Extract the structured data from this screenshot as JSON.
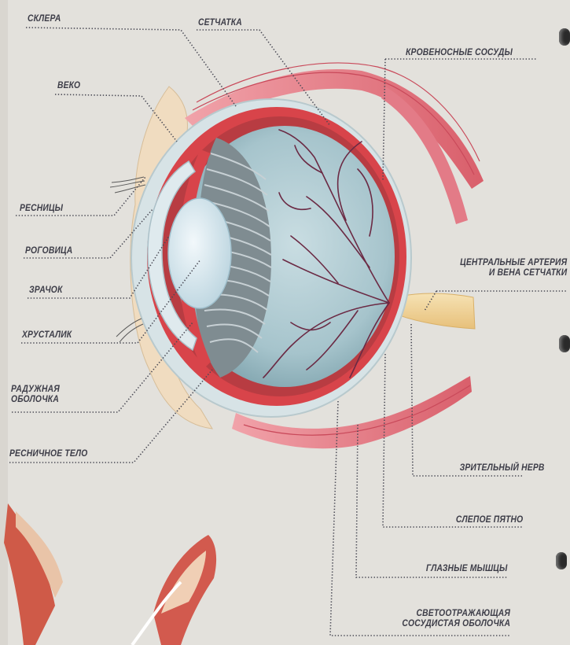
{
  "labels": {
    "sclera": "СКЛЕРА",
    "retina": "СЕТЧАТКА",
    "blood_vessels": "КРОВЕНОСНЫЕ СОСУДЫ",
    "eyelid": "ВЕКО",
    "eyelashes": "РЕСНИЦЫ",
    "cornea": "РОГОВИЦА",
    "pupil": "ЗРАЧОК",
    "lens": "ХРУСТАЛИК",
    "iris": "РАДУЖНАЯ\nОБОЛОЧКА",
    "ciliary_body": "РЕСНИЧНОЕ ТЕЛО",
    "central_artery_vein": "ЦЕНТРАЛЬНЫЕ АРТЕРИЯ\nИ ВЕНА СЕТЧАТКИ",
    "optic_nerve": "ЗРИТЕЛЬНЫЙ НЕРВ",
    "blind_spot": "СЛЕПОЕ ПЯТНО",
    "eye_muscles": "ГЛАЗНЫЕ МЫШЦЫ",
    "tapetum_choroid": "СВЕТООТРАЖАЮЩАЯ\nСОСУДИСТАЯ ОБОЛОЧКА"
  },
  "colors": {
    "background": "#e3e1dc",
    "sclera_red": "#d8444a",
    "vitreous_blue": "#a9c7cf",
    "muscle_pink": "#e8848e",
    "nerve_yellow": "#f0d59a",
    "lens_blue": "#d4e6ee"
  }
}
